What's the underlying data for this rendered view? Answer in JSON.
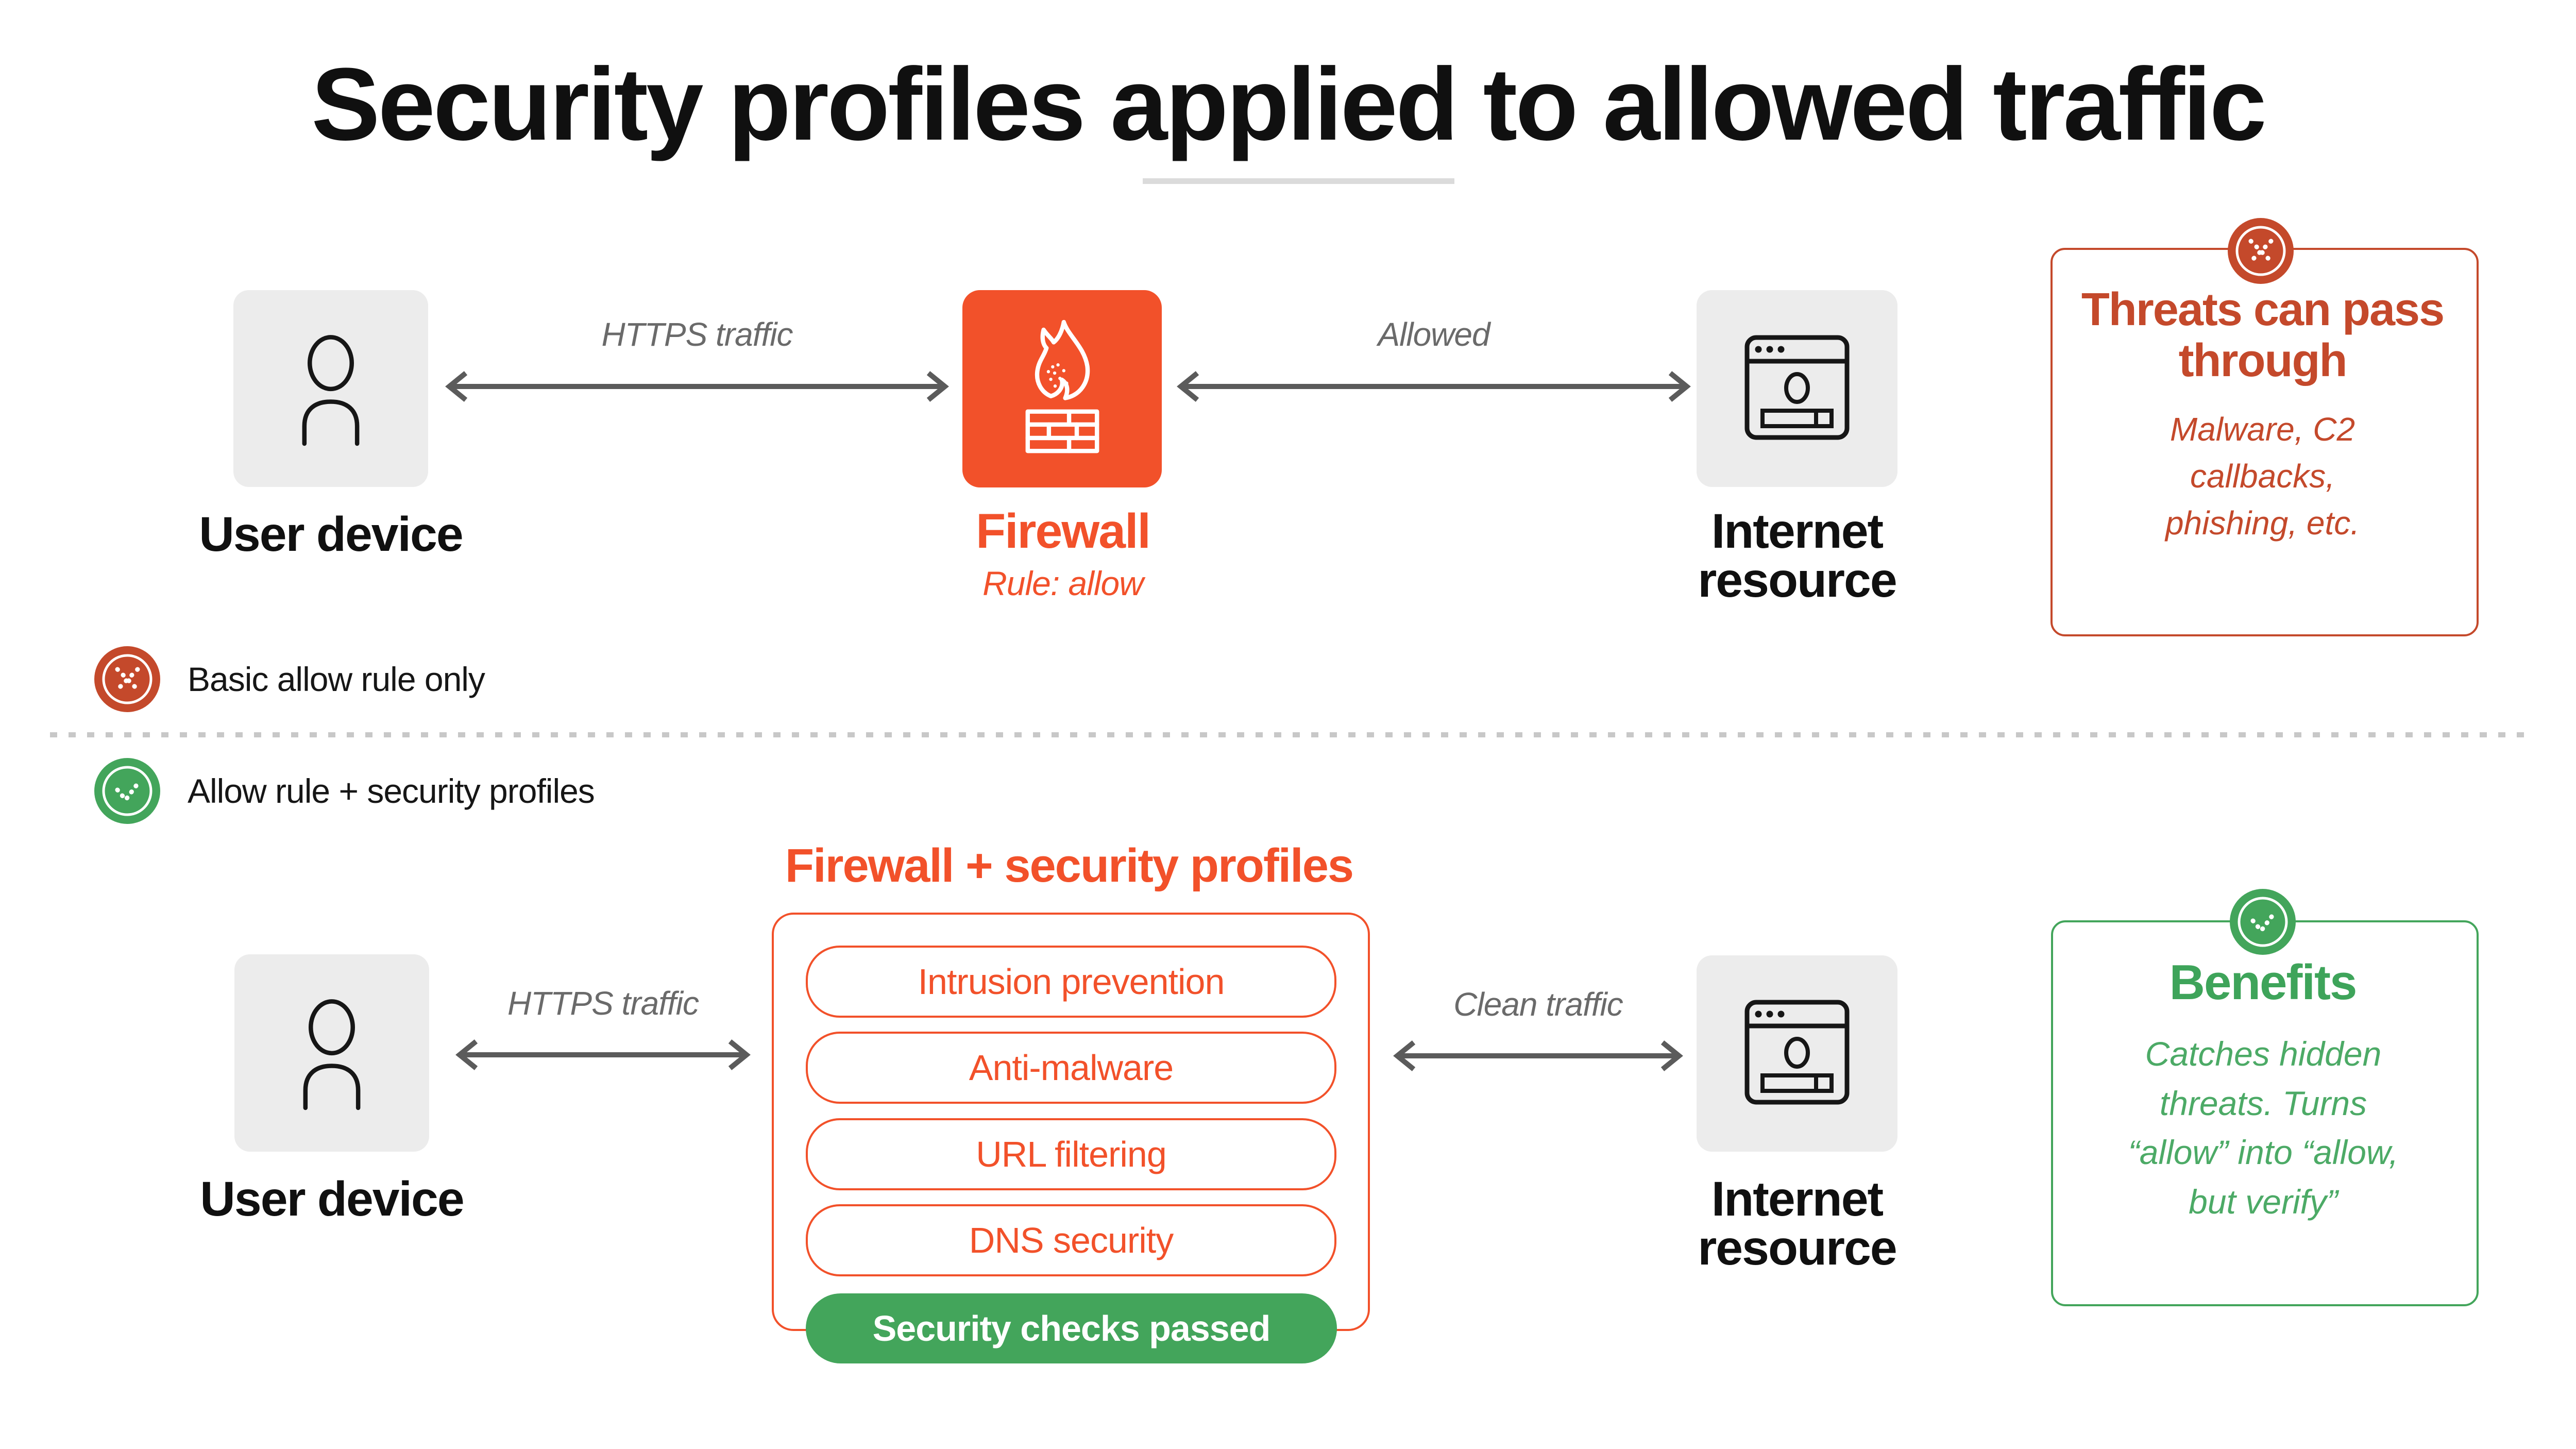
{
  "page": {
    "title": "Security profiles applied to allowed traffic"
  },
  "colors": {
    "orange": "#F2512A",
    "red": "#C4492B",
    "green": "#43A55B",
    "gray_box": "#ECECEC",
    "arrow_gray": "#5B5B5B",
    "label_gray": "#6A6A6A",
    "divider_gray": "#C8C8C8",
    "underline_gray": "#DBDBDB",
    "text_dark": "#111111"
  },
  "icons": {
    "fail": "x-circle-icon",
    "pass": "check-circle-icon",
    "firewall": "flame-brick-wall-icon",
    "user_device": "person-icon",
    "internet": "browser-window-icon"
  },
  "scenario1": {
    "badge_label": "Basic allow rule only",
    "user_device_label": "User device",
    "https_arrow_label": "HTTPS traffic",
    "firewall_label": "Firewall",
    "firewall_rule": "Rule: allow",
    "allowed_arrow_label": "Allowed",
    "internet_label": "Internet resource",
    "threats": {
      "title": "Threats can pass through",
      "body": "Malware, C2 callbacks, phishing, etc."
    }
  },
  "scenario2": {
    "badge_label": "Allow rule + security profiles",
    "heading": "Firewall + security profiles",
    "user_device_label": "User device",
    "https_arrow_label": "HTTPS traffic",
    "profiles": [
      "Intrusion prevention",
      "Anti-malware",
      "URL filtering",
      "DNS security"
    ],
    "passed_label": "Security checks passed",
    "clean_arrow_label": "Clean traffic",
    "internet_label": "Internet resource",
    "benefits": {
      "title": "Benefits",
      "body": "Catches hidden threats. Turns “allow” into “allow, but verify”"
    }
  }
}
